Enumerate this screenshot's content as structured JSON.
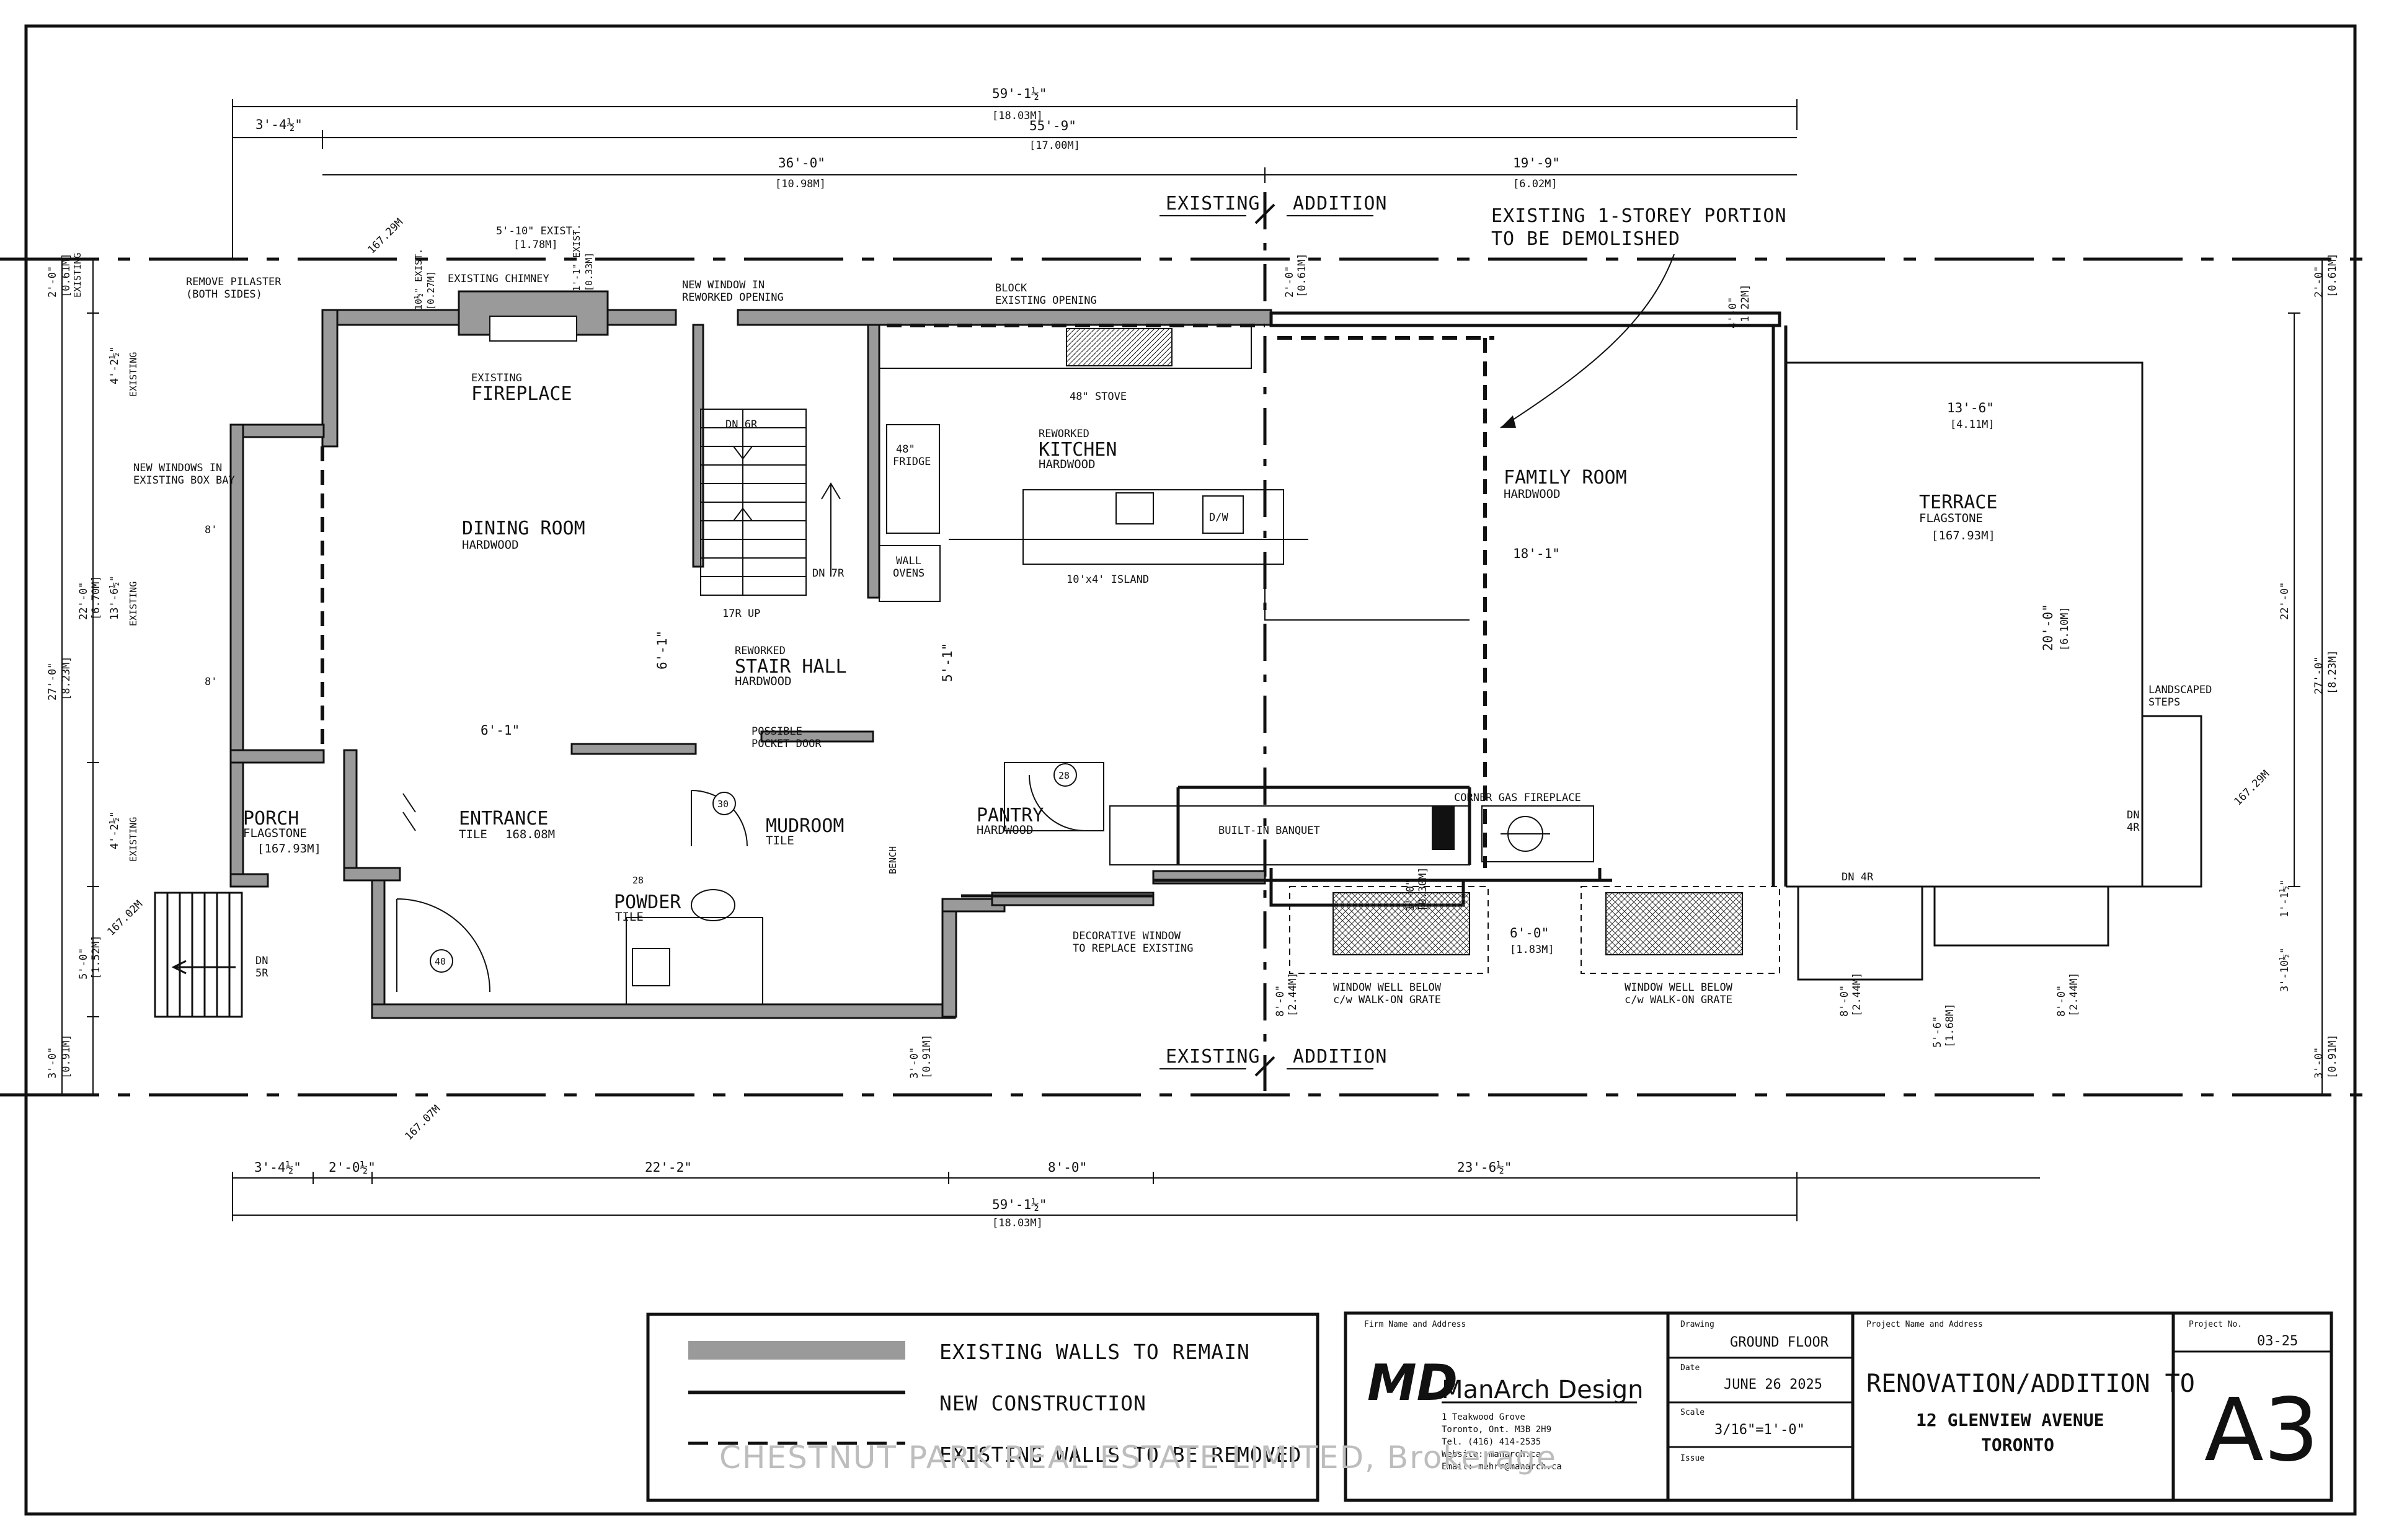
{
  "overall_dims": {
    "top_total": "59'-1½\"",
    "top_total_m": "[18.03M]",
    "top_mid": "55'-9\"",
    "top_mid_m": "[17.00M]",
    "top_existing": "36'-0\"",
    "top_existing_m": "[10.98M]",
    "top_addition": "19'-9\"",
    "top_addition_m": "[6.02M]",
    "top_left": "3'-4½\"",
    "bottom_total": "59'-1½\"",
    "bottom_total_m": "[18.03M]",
    "bottom_a": "3'-4½\"",
    "bottom_b": "2'-0½\"",
    "bottom_c": "22'-2\"",
    "bottom_d": "8'-0\"",
    "bottom_e": "23'-6½\"",
    "left_total": "27'-0\"",
    "left_total_m": "[8.23M]",
    "left_a": "2'-0\"",
    "left_a_m": "[0.61M]",
    "left_b": "4'-2½\"",
    "left_c": "22'-0\"",
    "left_c_m": "[6.70M]",
    "left_d": "13'-6½\"",
    "left_e": "4'-2½\"",
    "left_f": "5'-0\"",
    "left_f_m": "[1.52M]",
    "left_g": "3'-0\"",
    "left_g_m": "[0.91M]",
    "right_total": "27'-0\"",
    "right_total_m": "[8.23M]",
    "right_a": "2'-0\"",
    "right_a_m": "[0.61M]",
    "right_b": "22'-0\"",
    "right_c": "1'-1½\"",
    "right_d": "3'-10½\"",
    "right_e": "3'-0\"",
    "right_e_m": "[0.91M]",
    "existing_label": "EXISTING",
    "addition_label": "ADDITION",
    "vert_existing": "EXISTING"
  },
  "notes": {
    "demolish_line1": "EXISTING 1-STOREY PORTION",
    "demolish_line2": "TO BE DEMOLISHED",
    "remove_pilaster_1": "REMOVE PILASTER",
    "remove_pilaster_2": "(BOTH SIDES)",
    "existing_chimney": "EXISTING CHIMNEY",
    "chimney_dim": "5'-10\" EXIST.",
    "chimney_dim_m": "[1.78M]",
    "chimney_left": "10½\" EXIST.",
    "chimney_left_m": "[0.27M]",
    "chimney_right": "1'-1\" EXIST.",
    "chimney_right_m": "[0.33M]",
    "new_window_1": "NEW WINDOW IN",
    "new_window_2": "REWORKED OPENING",
    "block_1": "BLOCK",
    "block_2": "EXISTING OPENING",
    "box_bay_1": "NEW WINDOWS IN",
    "box_bay_2": "EXISTING BOX BAY",
    "bay_8a": "8'",
    "bay_8b": "8'",
    "decorative_1": "DECORATIVE WINDOW",
    "decorative_2": "TO REPLACE EXISTING",
    "well1_1": "WINDOW WELL BELOW",
    "well1_2": "c/w WALK-ON GRATE",
    "well2_1": "WINDOW WELL BELOW",
    "well2_2": "c/w WALK-ON GRATE",
    "landscaped_1": "LANDSCAPED",
    "landscaped_2": "STEPS",
    "corner_fp": "CORNER GAS FIREPLACE",
    "banquet": "BUILT-IN BANQUET",
    "stove": "48\" STOVE",
    "fridge_1": "48\"",
    "fridge_2": "FRIDGE",
    "ovens_1": "WALL",
    "ovens_2": "OVENS",
    "dw": "D/W",
    "island": "10'x4' ISLAND",
    "pocket_1": "POSSIBLE",
    "pocket_2": "POCKET DOOR",
    "bench": "BENCH",
    "dn6r": "DN 6R",
    "dn7r": "DN 7R",
    "up17r": "17R UP",
    "dn5r": "DN",
    "dn5r_2": "5R",
    "dn4r_a": "DN 4R",
    "dn4r_b": "DN",
    "dn4r_b2": "4R",
    "door30": "30",
    "door28a": "28",
    "door28b": "28",
    "door40": "40",
    "dim_6_1a": "6'-1\"",
    "dim_6_1b": "6'-1\"",
    "dim_5_1": "5'-1\"",
    "dim_18_1": "18'-1\"",
    "dim_13_6": "13'-6\"",
    "dim_13_6_m": "[4.11M]",
    "dim_20": "20'-0\"",
    "dim_20_m": "[6.10M]",
    "dim_6_0": "6'-0\"",
    "dim_6_0_m": "[1.83M]",
    "dim_4_0": "4'-0\"",
    "dim_4_0_m": "[1.22M]",
    "dim_8_0a": "8'-0\"",
    "dim_8_0a_m": "[2.44M]",
    "dim_8_0b": "8'-0\"",
    "dim_8_0b_m": "[2.44M]",
    "dim_8_0c": "8'-0\"",
    "dim_8_0c_m": "[2.44M]",
    "dim_5_6": "5'-6\"",
    "dim_5_6_m": "[1.68M]",
    "dim_1_0": "1'-0\"",
    "dim_1_0_m": "[0.30M]",
    "dim_2_0": "2'-0\"",
    "dim_2_0_m": "[0.61M]",
    "dim_3_0": "3'-0\"",
    "dim_3_0_m": "[0.91M]",
    "area_m_a": "167.29M",
    "area_m_b": "167.07M",
    "area_m_c": "167.02M",
    "area_m_d": "167.29M"
  },
  "rooms": {
    "dining": "DINING ROOM",
    "dining_f": "HARDWOOD",
    "fireplace_1": "EXISTING",
    "fireplace_2": "FIREPLACE",
    "stair_1": "REWORKED",
    "stair_2": "STAIR HALL",
    "stair_f": "HARDWOOD",
    "kitchen_1": "REWORKED",
    "kitchen_2": "KITCHEN",
    "kitchen_f": "HARDWOOD",
    "family": "FAMILY ROOM",
    "family_f": "HARDWOOD",
    "terrace": "TERRACE",
    "terrace_f": "FLAGSTONE",
    "terrace_m": "[167.93M]",
    "porch": "PORCH",
    "porch_f": "FLAGSTONE",
    "porch_m": "[167.93M]",
    "entrance": "ENTRANCE",
    "entrance_f": "TILE",
    "entrance_m": "168.08M",
    "mudroom": "MUDROOM",
    "mudroom_f": "TILE",
    "pantry": "PANTRY",
    "pantry_f": "HARDWOOD",
    "powder": "POWDER",
    "powder_f": "TILE"
  },
  "legend": {
    "existing": "EXISTING WALLS TO REMAIN",
    "new": "NEW CONSTRUCTION",
    "removed": "EXISTING WALLS TO BE REMOVED"
  },
  "title_block": {
    "firm_label": "Firm Name and Address",
    "logo": "MD",
    "firm_name": "ManArch Design",
    "addr1": "1 Teakwood Grove",
    "addr2": "Toronto, Ont. M3B 2H9",
    "addr3": "Tel. (416) 414-2535",
    "addr4": "Website: manarch.ca",
    "addr5": "Email: mehrr@manarch.ca",
    "drawing_label": "Drawing",
    "drawing": "GROUND FLOOR",
    "date_label": "Date",
    "date": "JUNE 26 2025",
    "scale_label": "Scale",
    "scale": "3/16\"=1'-0\"",
    "issue_label": "Issue",
    "project_label": "Project Name and Address",
    "project_1": "RENOVATION/ADDITION TO",
    "project_2": "12 GLENVIEW AVENUE",
    "project_3": "TORONTO",
    "projno_label": "Project No.",
    "projno": "03-25",
    "sheet": "A3"
  },
  "watermark": "CHESTNUT PARK REAL ESTATE LIMITED, Brokerage"
}
